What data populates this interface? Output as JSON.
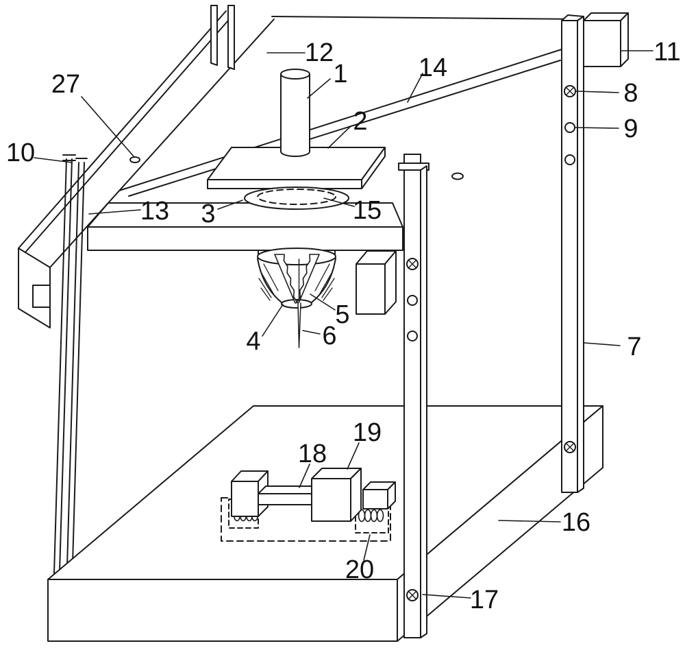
{
  "diagram": {
    "background": "#ffffff",
    "line_color": "#1a1a1a",
    "label_color": "#111111",
    "labels": [
      {
        "text": "1"
      },
      {
        "text": "2"
      },
      {
        "text": "3"
      },
      {
        "text": "4"
      },
      {
        "text": "5"
      },
      {
        "text": "6"
      },
      {
        "text": "7"
      },
      {
        "text": "8"
      },
      {
        "text": "9"
      },
      {
        "text": "10"
      },
      {
        "text": "11"
      },
      {
        "text": "12"
      },
      {
        "text": "13"
      },
      {
        "text": "14"
      },
      {
        "text": "15"
      },
      {
        "text": "16"
      },
      {
        "text": "17"
      },
      {
        "text": "18"
      },
      {
        "text": "19"
      },
      {
        "text": "20"
      },
      {
        "text": "27"
      }
    ]
  }
}
